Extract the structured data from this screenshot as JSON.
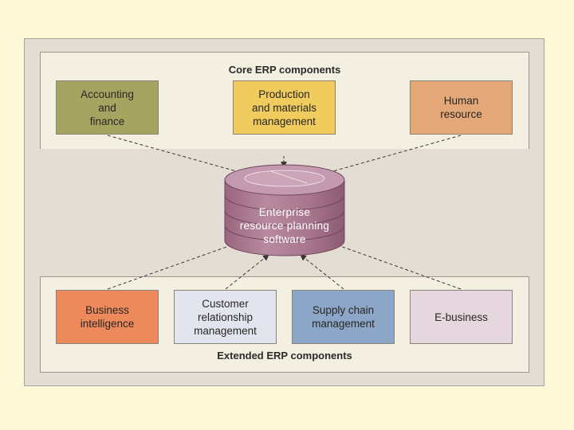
{
  "core": {
    "title": "Core ERP components",
    "boxes": [
      {
        "label": "Accounting\nand\nfinance",
        "color": "#a5a561"
      },
      {
        "label": "Production\nand materials\nmanagement",
        "color": "#f0cc5e"
      },
      {
        "label": "Human\nresource",
        "color": "#e4a878"
      }
    ]
  },
  "center": {
    "label": "Enterprise\nresource planning\nsoftware",
    "color": "#b07d95"
  },
  "extended": {
    "title": "Extended ERP components",
    "boxes": [
      {
        "label": "Business\nintelligence",
        "color": "#ec8a5c"
      },
      {
        "label": "Customer\nrelationship\nmanagement",
        "color": "#e2e4ee"
      },
      {
        "label": "Supply chain\nmanagement",
        "color": "#8ba6c7"
      },
      {
        "label": "E-business",
        "color": "#e6d6de"
      }
    ]
  }
}
